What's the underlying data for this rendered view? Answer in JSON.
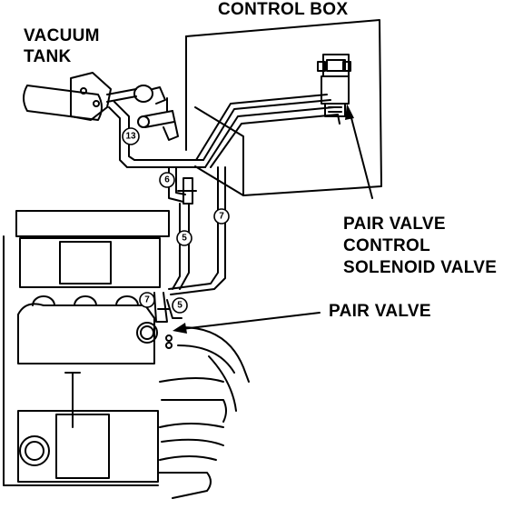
{
  "labels": {
    "control_box": "CONTROL BOX",
    "vacuum_tank_line1": "VACUUM",
    "vacuum_tank_line2": "TANK",
    "solenoid_line1": "PAIR VALVE",
    "solenoid_line2": "CONTROL",
    "solenoid_line3": "SOLENOID VALVE",
    "pair_valve": "PAIR VALVE"
  },
  "hose_numbers": {
    "h13": "13",
    "h6": "6",
    "h7_right": "7",
    "h5_mid": "5",
    "h7_lower": "7",
    "h5_lower": "5"
  }
}
